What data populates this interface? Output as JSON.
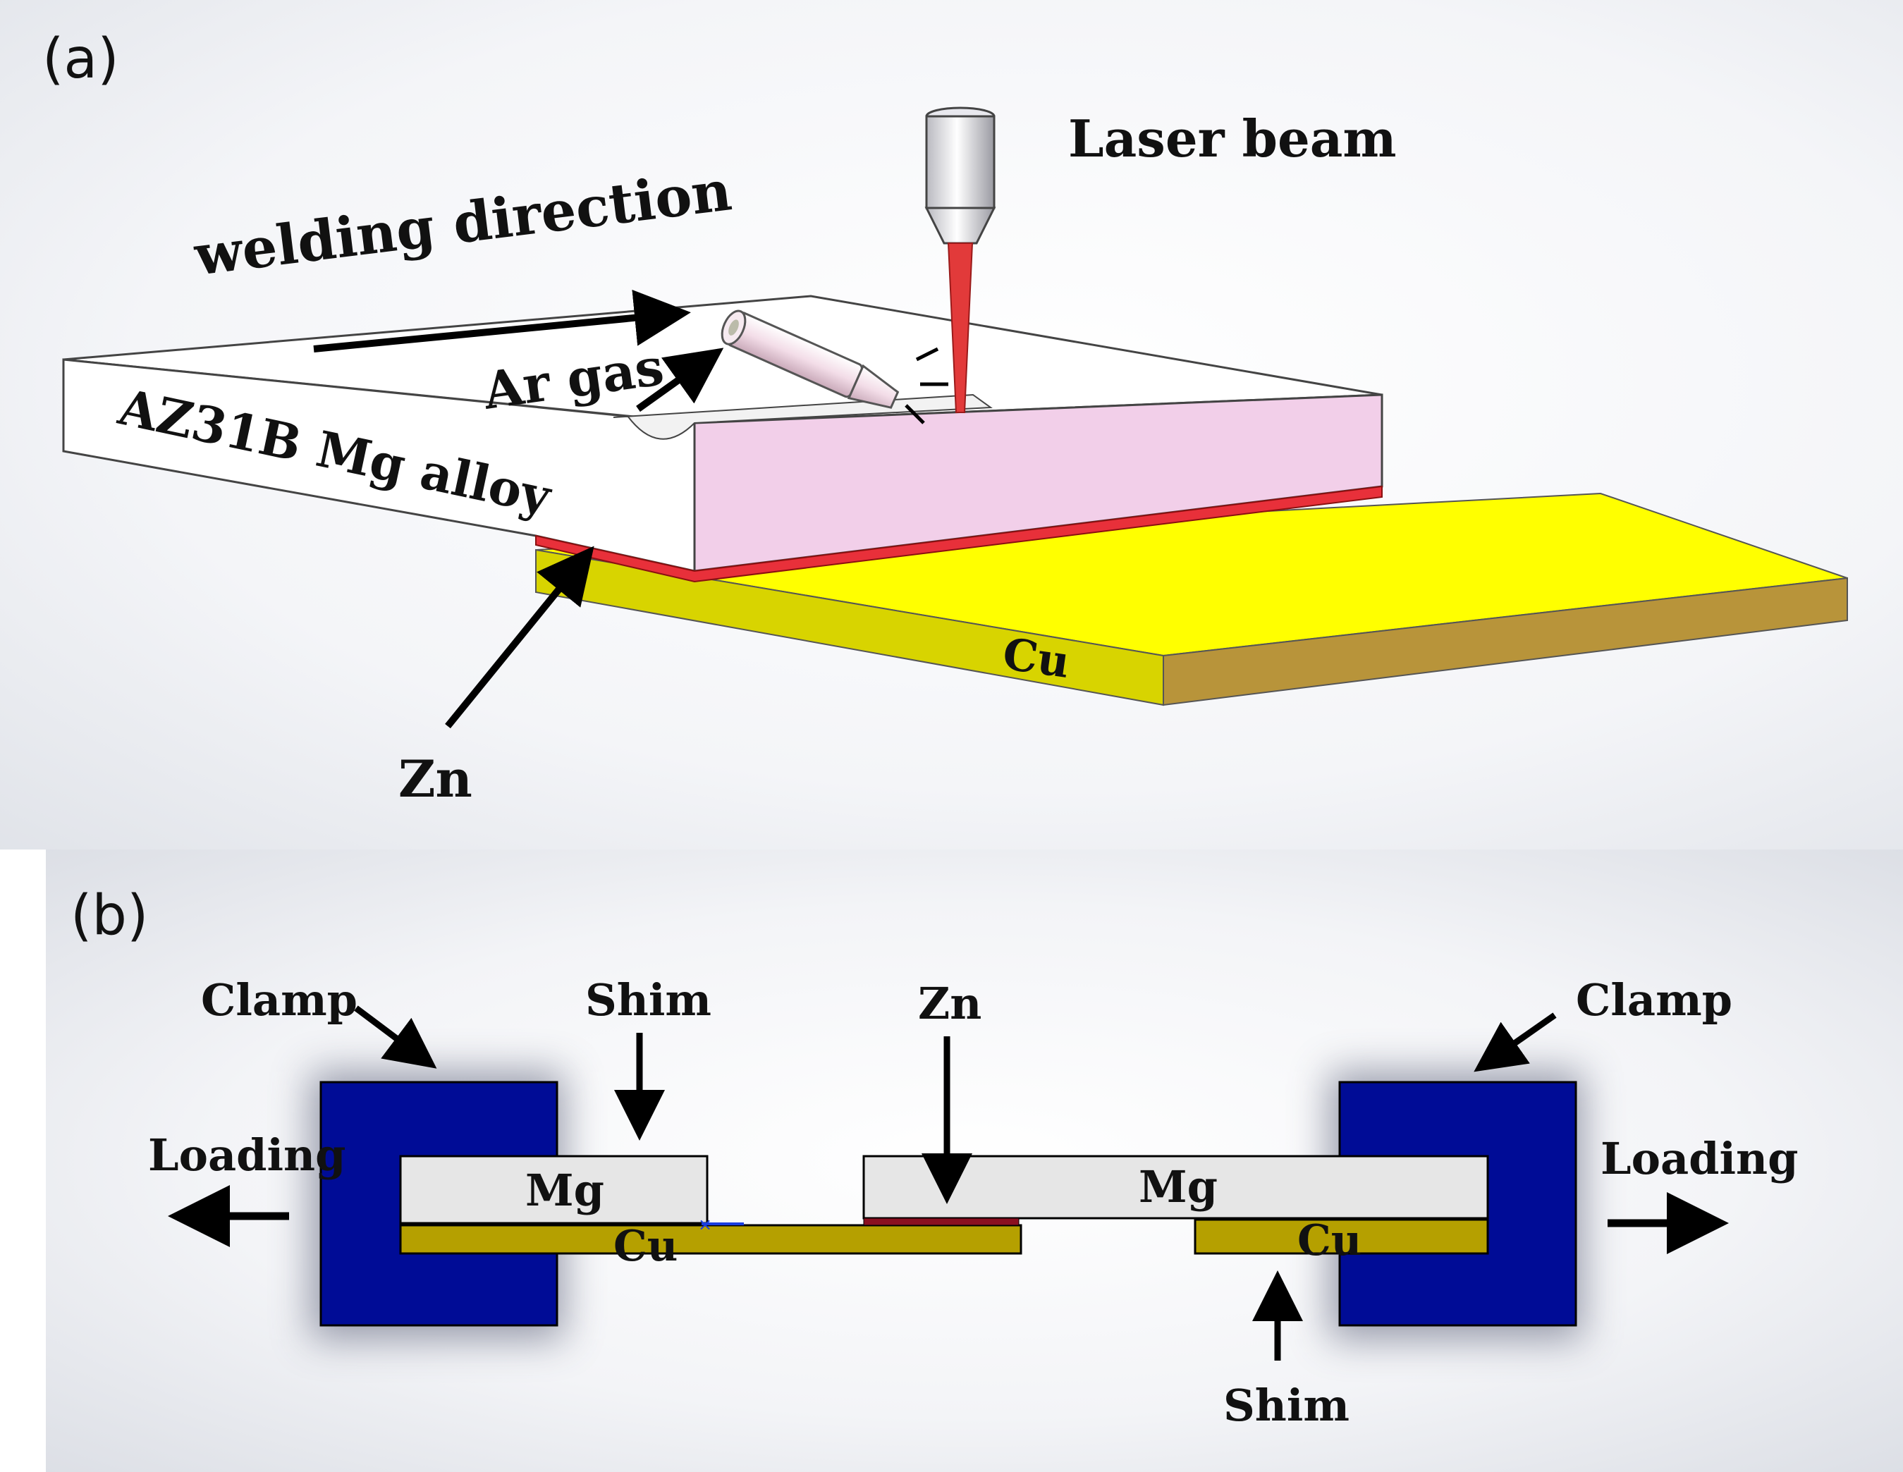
{
  "panel_a": {
    "label": "(a)",
    "laser_beam": "Laser beam",
    "welding_direction": "welding direction",
    "ar_gas": "Ar gas",
    "mg_alloy": "AZ31B Mg alloy",
    "cu": "Cu",
    "zn": "Zn"
  },
  "panel_b": {
    "label": "(b)",
    "clamp_left": "Clamp",
    "clamp_right": "Clamp",
    "shim_top": "Shim",
    "shim_bottom": "Shim",
    "zn": "Zn",
    "loading_left": "Loading",
    "loading_right": "Loading",
    "mg_left": "Mg",
    "mg_right": "Mg",
    "cu_left": "Cu",
    "cu_right": "Cu"
  },
  "colors": {
    "mg_top": "#ffffff",
    "mg_side": "#f2cfe9",
    "zn_layer": "#e8303a",
    "cu_top": "#ffff00",
    "cu_front": "#d8d400",
    "cu_side": "#b8943a",
    "laser": "#e23a3a",
    "clamp": "#000c96",
    "mg_b": "#e6e6e6",
    "cu_b": "#b5a000",
    "zn_b": "#8b1020"
  }
}
